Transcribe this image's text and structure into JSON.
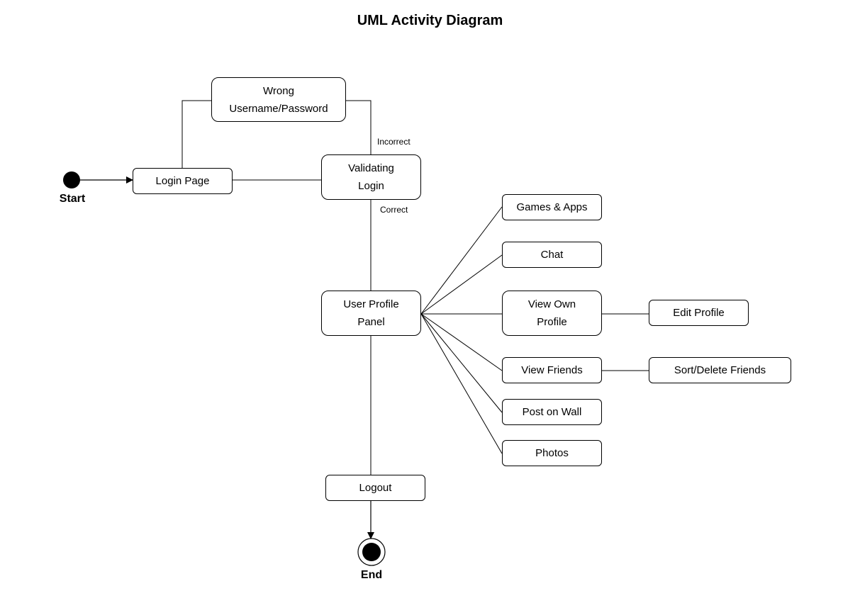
{
  "title": "UML Activity Diagram",
  "start_label": "Start",
  "end_label": "End",
  "guards": {
    "incorrect": "Incorrect",
    "correct": "Correct"
  },
  "nodes": {
    "login_page": "Login Page",
    "wrong_credentials": [
      "Wrong",
      "Username/Password"
    ],
    "validating_login": [
      "Validating",
      "Login"
    ],
    "user_profile_panel": [
      "User Profile",
      "Panel"
    ],
    "games_apps": "Games & Apps",
    "chat": "Chat",
    "view_own_profile": [
      "View Own",
      "Profile"
    ],
    "edit_profile": "Edit Profile",
    "view_friends": "View Friends",
    "sort_delete_friends": "Sort/Delete Friends",
    "post_on_wall": "Post on Wall",
    "photos": "Photos",
    "logout": "Logout"
  }
}
